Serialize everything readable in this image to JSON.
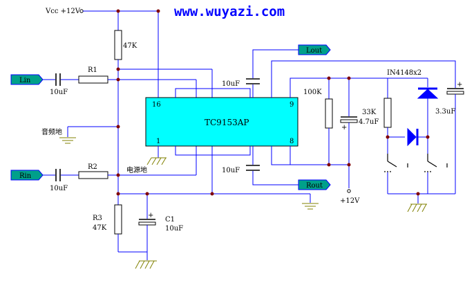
{
  "diagram": {
    "website": "www.wuyazi.com",
    "power": {
      "vcc_label": "Vcc +12V",
      "supply_label": "+12V"
    },
    "ic": {
      "name": "TC9153AP",
      "pins": {
        "p16": "16",
        "p9": "9",
        "p1": "1",
        "p8": "8"
      }
    },
    "ports": {
      "lin": "Lin",
      "rin": "Rin",
      "lout": "Lout",
      "rout": "Rout"
    },
    "components": {
      "r_top": {
        "value": "47K"
      },
      "r1": {
        "ref": "R1"
      },
      "c_lin": {
        "value": "10uF"
      },
      "r2": {
        "ref": "R2"
      },
      "c_rin": {
        "value": "10uF"
      },
      "r3": {
        "ref": "R3",
        "value": "47K"
      },
      "c1": {
        "ref": "C1",
        "value": "10uF"
      },
      "c_lout": {
        "value": "10uF"
      },
      "c_rout": {
        "value": "10uF"
      },
      "r_100k": {
        "value": "100K"
      },
      "r_33k": {
        "value": "33K"
      },
      "c_47": {
        "value": "4.7uF"
      },
      "c_33": {
        "value": "3.3uF"
      },
      "diodes": {
        "value": "IN4148x2"
      }
    },
    "notes": {
      "audio_ground": "音频地",
      "power_ground": "电源地"
    },
    "colors": {
      "wire": "#0000ff",
      "ground": "#808000",
      "ic_fill": "#00ffff",
      "port_fill": "#00a08a",
      "junction": "#800000"
    }
  }
}
